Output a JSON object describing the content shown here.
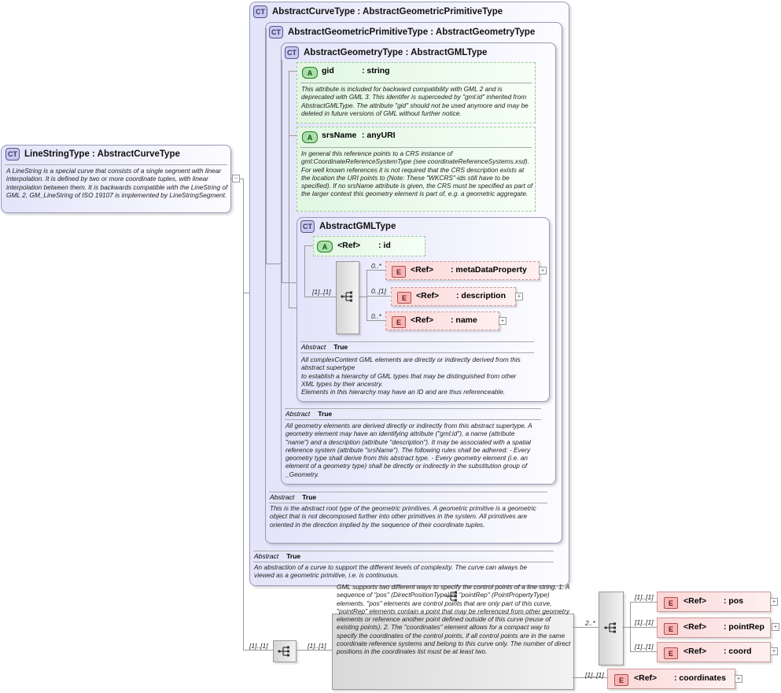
{
  "line_string": {
    "badge": "CT",
    "title": "LineStringType : AbstractCurveType",
    "doc": "A LineString is a special curve that consists of a single segment with linear interpolation. It is defined by two or more coordinate tuples, with linear interpolation between them. It is backwards compatible with the LineString of GML 2, GM_LineString of ISO 19107 is implemented by LineStringSegment."
  },
  "abstract_curve": {
    "badge": "CT",
    "title": "AbstractCurveType : AbstractGeometricPrimitiveType",
    "abstract_key": "Abstract",
    "abstract_val": "True",
    "doc": "An abstraction of a curve to support the different levels of complexity. The curve can always be viewed as a geometric primitive, i.e. is continuous."
  },
  "abstract_primitive": {
    "badge": "CT",
    "title": "AbstractGeometricPrimitiveType : AbstractGeometryType",
    "abstract_key": "Abstract",
    "abstract_val": "True",
    "doc": "This is the abstract root type of the geometric primitives. A geometric primitive is a geometric object that is not decomposed further into other primitives in the system. All primitives are oriented in the direction implied by the sequence of their coordinate tuples."
  },
  "abstract_geometry": {
    "badge": "CT",
    "title": "AbstractGeometryType : AbstractGMLType",
    "abstract_key": "Abstract",
    "abstract_val": "True",
    "doc": "All geometry elements are derived directly or indirectly from this abstract supertype. A geometry element may have an identifying attribute (\"gml:id\"), a name (attribute \"name\") and a description (attribute \"description\"). It may be associated with a spatial reference system (attribute \"srsName\"). The following rules shall be adhered: - Every geometry type shall derive from this abstract type. - Every geometry element (i.e. an element of a geometry type) shall be directly or indirectly in the substitution group of _Geometry."
  },
  "gid": {
    "badge": "A",
    "name": "gid",
    "type": ": string",
    "doc": "This attribute is included for backward compatibility with GML 2 and is deprecated with GML 3. This identifer is superceded by \"gml:id\" inherited from AbstractGMLType. The attribute \"gid\" should not be used anymore and may be deleted in future versions of GML without further notice."
  },
  "srs_name": {
    "badge": "A",
    "name": "srsName",
    "type": ": anyURI",
    "doc": "In general this reference points to a CRS instance of gml:CoordinateReferenceSystemType (see coordinateReferenceSystems.xsd). For well known references it is not required that the CRS description exists at the location the URI points to (Note: These \"WKCRS\"-ids still have to be specified).  If no srsName attribute is given, the CRS must be specified as part of the larger context this geometry element is part of, e.g. a geometric aggregate."
  },
  "gml_type": {
    "badge": "CT",
    "title": "AbstractGMLType",
    "id_badge": "A",
    "id_ref": "<Ref>",
    "id_name": ": id",
    "seq_mult": "[1]..[1]",
    "elements": [
      {
        "badge": "E",
        "ref": "<Ref>",
        "name": ": metaDataProperty",
        "mult": "0..*"
      },
      {
        "badge": "E",
        "ref": "<Ref>",
        "name": ": description",
        "mult": "0..[1]"
      },
      {
        "badge": "E",
        "ref": "<Ref>",
        "name": ": name",
        "mult": "0..*"
      }
    ],
    "abstract_key": "Abstract",
    "abstract_val": "True",
    "doc": "All complexContent GML elements are directly or indirectly derived from this abstract supertype\nto establish a hierarchy of GML types that may be distinguished from other XML types by their ancestry.\nElements in this hierarchy may have an ID and are thus referenceable."
  },
  "bottom": {
    "seq_mult": "[1]..[1]",
    "choice_mult": "[1]..[1]",
    "choice_doc": "GML supports two different ways to specify the control points of a line string. 1. A sequence of \"pos\" (DirectPositionType) or \"pointRep\" (PointPropertyType) elements. \"pos\" elements are control points that are only part of this curve, \"pointRep\" elements contain a point that may be referenced from other geometry elements or reference another point defined outside of this curve (reuse of existing points). 2. The \"coordinates\" element allows for a compact way to specify the coordinates of the control points, if all control points are in the same coordinate reference systems and belong to this curve only. The number of direct positions in the coordinates list must be at least two.",
    "inner_mult": "2..*",
    "inner_elements": [
      {
        "badge": "E",
        "ref": "<Ref>",
        "name": ": pos",
        "mult": "[1]..[1]"
      },
      {
        "badge": "E",
        "ref": "<Ref>",
        "name": ": pointRep",
        "mult": "[1]..[1]"
      },
      {
        "badge": "E",
        "ref": "<Ref>",
        "name": ": coord",
        "mult": "[1]..[1]"
      }
    ],
    "coordinates": {
      "badge": "E",
      "ref": "<Ref>",
      "name": ": coordinates",
      "mult": "[1]..[1]"
    }
  },
  "colors": {
    "ct_border": "#9a9aba",
    "attr_fill": "#e2f6e2",
    "elem_fill": "#fbd7d7"
  }
}
